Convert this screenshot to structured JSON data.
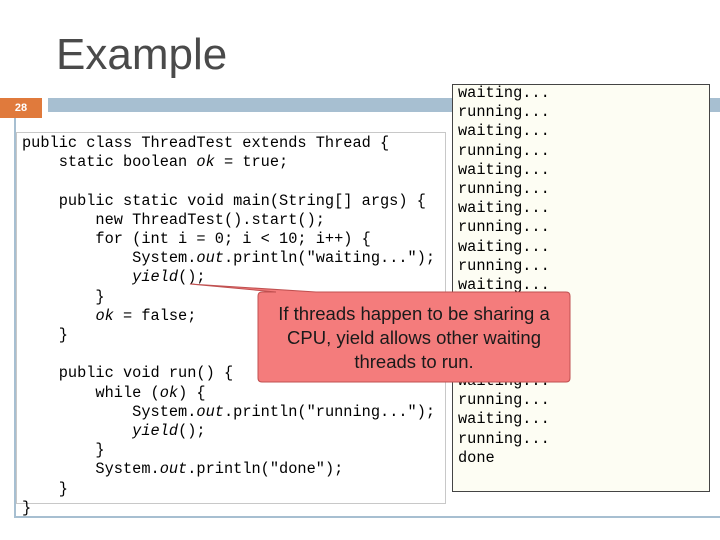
{
  "slide": {
    "title": "Example",
    "number": "28"
  },
  "code": {
    "l1": "public class ThreadTest extends Thread {",
    "l2a": "    static boolean ",
    "l2b": "ok",
    "l2c": " = true;",
    "l3": "",
    "l4": "    public static void main(String[] args) {",
    "l5": "        new ThreadTest().start();",
    "l6": "        for (int i = 0; i < 10; i++) {",
    "l7a": "            System.",
    "l7b": "out",
    "l7c": ".println(\"waiting...\");",
    "l8a": "            ",
    "l8b": "yield",
    "l8c": "();",
    "l9": "        }",
    "l10a": "        ",
    "l10b": "ok",
    "l10c": " = false;",
    "l11": "    }",
    "l12": "",
    "l13": "    public void run() {",
    "l14a": "        while (",
    "l14b": "ok",
    "l14c": ") {",
    "l15a": "            System.",
    "l15b": "out",
    "l15c": ".println(\"running...\");",
    "l16a": "            ",
    "l16b": "yield",
    "l16c": "();",
    "l17": "        }",
    "l18a": "        System.",
    "l18b": "out",
    "l18c": ".println(\"done\");",
    "l19": "    }",
    "l20": "}"
  },
  "output": {
    "top": "waiting...\nrunning...\nwaiting...\nrunning...\nwaiting...\nrunning...\nwaiting...\nrunning...\nwaiting...\nrunning...\nwaiting...",
    "bottom": "waiting...\nrunning...\nwaiting...\nrunning...\ndone"
  },
  "callout": {
    "text": "If threads happen to be sharing a CPU, yield allows other waiting threads to run.",
    "fill": "#f47c7c"
  },
  "colors": {
    "accent_bar": "#a7bfd1",
    "slide_number_bg": "#e07a3c"
  }
}
